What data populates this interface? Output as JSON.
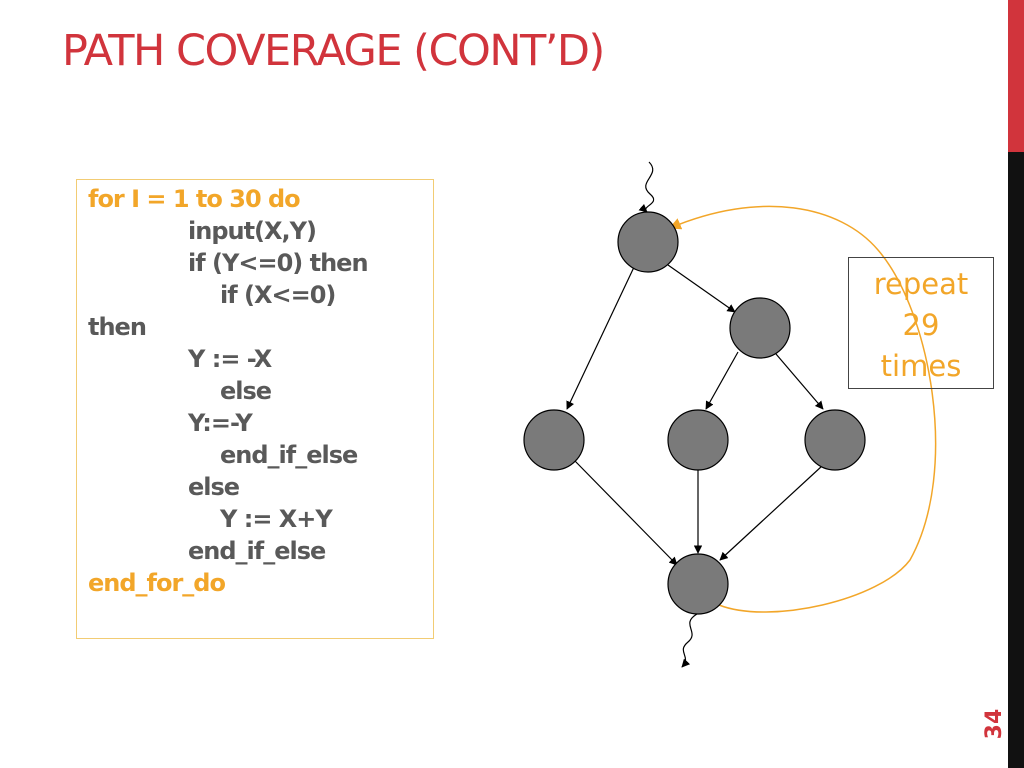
{
  "slide": {
    "title": "PATH COVERAGE (CONT’D)",
    "slide_number": "34"
  },
  "colors": {
    "accent_red": "#d1343c",
    "accent_orange": "#f2a629",
    "code_gray": "#595959",
    "node_fill": "#7a7a7a"
  },
  "code": {
    "lines": [
      "for I = 1 to 30 do",
      "input(X,Y)",
      "if (Y<=0) then",
      "if (X<=0)",
      "then",
      "Y := -X",
      "else",
      "Y:=-Y",
      "end_if_else",
      "else",
      "Y := X+Y",
      "end_if_else",
      "end_for_do"
    ]
  },
  "annotation": {
    "lines": [
      "repeat",
      "29",
      "times"
    ]
  }
}
